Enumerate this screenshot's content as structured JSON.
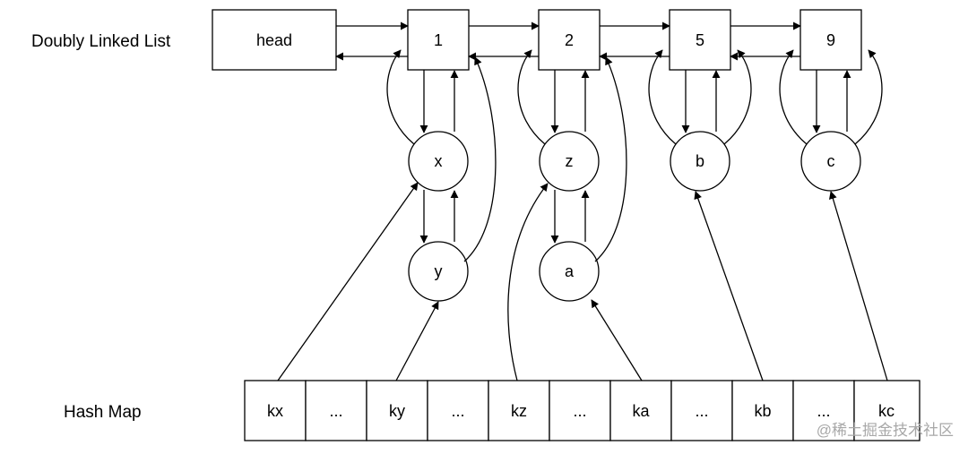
{
  "labels": {
    "list_title": "Doubly Linked List",
    "map_title": "Hash Map"
  },
  "list": {
    "head": "head",
    "nodes": [
      "1",
      "2",
      "5",
      "9"
    ]
  },
  "circles": {
    "x": "x",
    "y": "y",
    "z": "z",
    "a": "a",
    "b": "b",
    "c": "c"
  },
  "hash_map": {
    "cells": [
      "kx",
      "...",
      "ky",
      "...",
      "kz",
      "...",
      "ka",
      "...",
      "kb",
      "...",
      "kc"
    ]
  },
  "watermark": "@稀土掘金技术社区"
}
